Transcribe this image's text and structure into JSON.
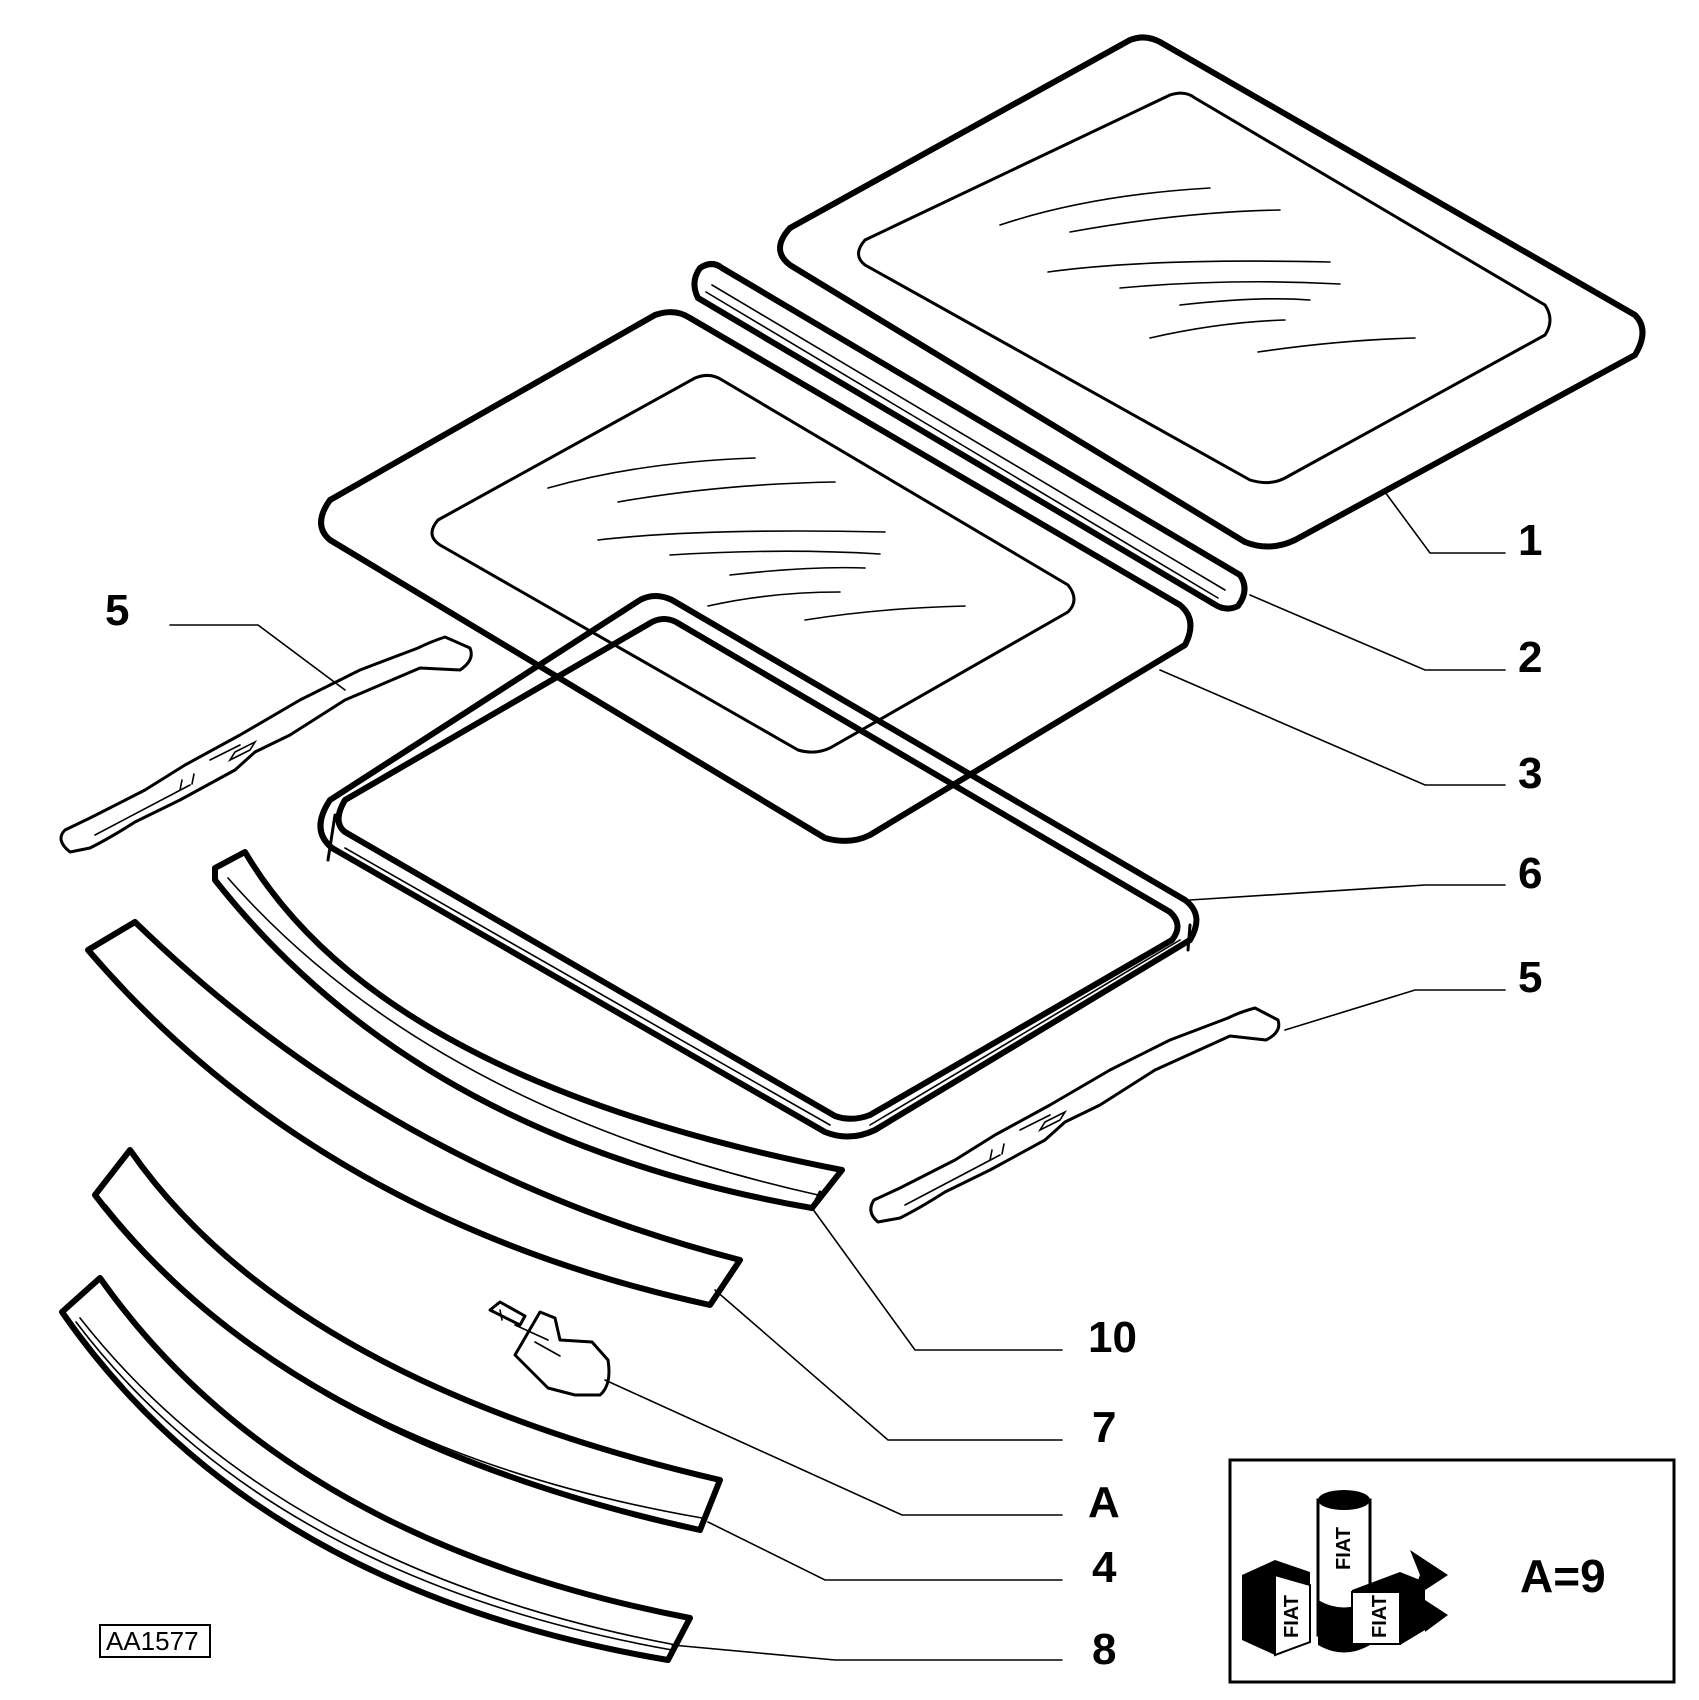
{
  "diagram": {
    "drawing_code": "AA1577",
    "callouts": {
      "c1": "1",
      "c2": "2",
      "c3": "3",
      "c5_left": "5",
      "c5_right": "5",
      "c6": "6",
      "c10": "10",
      "c7": "7",
      "cA": "A",
      "c4": "4",
      "c8": "8"
    },
    "kit_box": {
      "formula": "A=9",
      "brand_text": "FIAT"
    }
  }
}
